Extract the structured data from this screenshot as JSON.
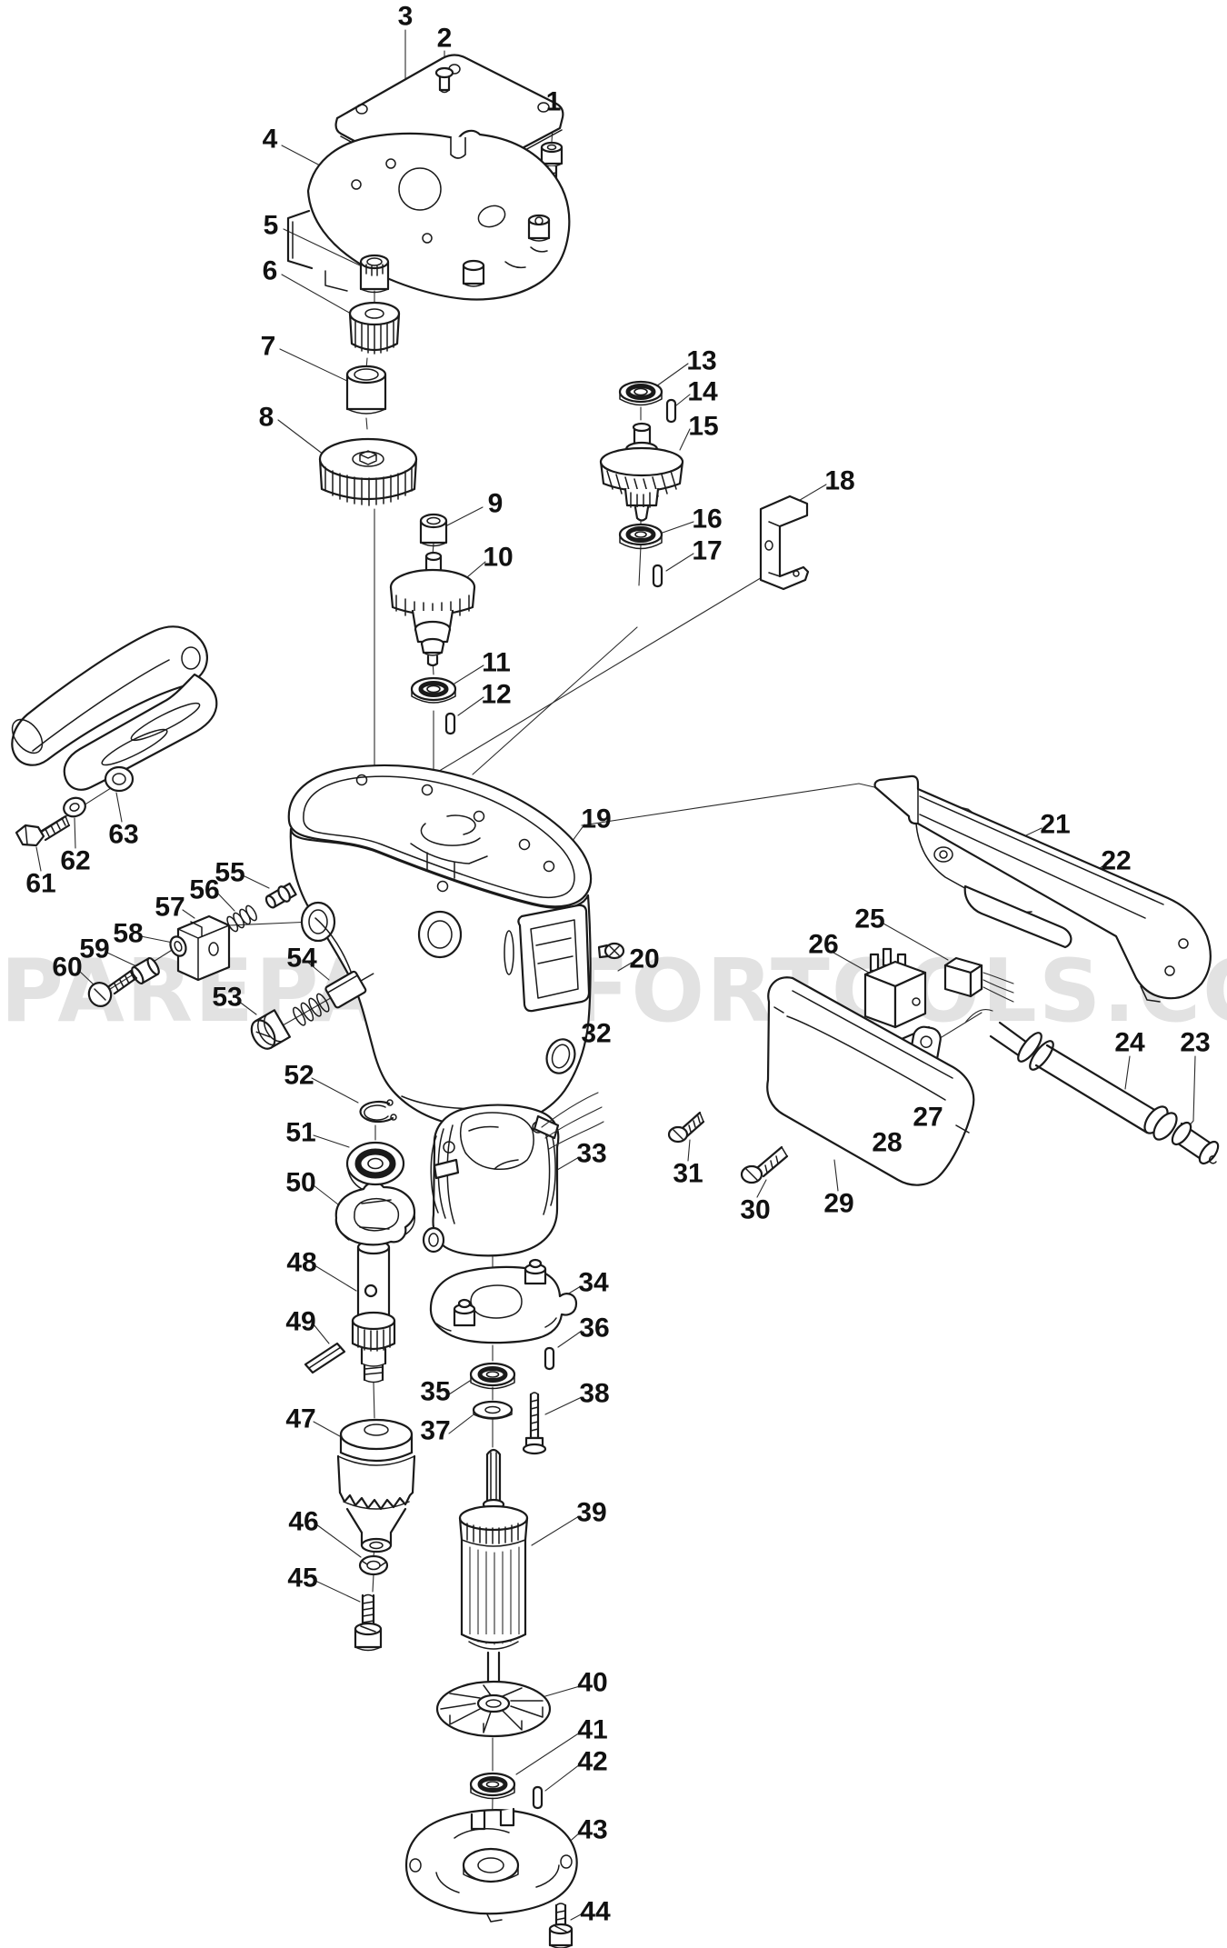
{
  "page": {
    "background": "#ffffff"
  },
  "watermark": {
    "text": "SPAREPARTSFORTOOLS.COM.AU",
    "color": "#e2e2e2"
  },
  "diagram": {
    "kind": "exploded-parts-diagram",
    "subject": "power tool (drill) exploded parts view",
    "line_color": "#1a1a1a",
    "label_color": "#111111",
    "part_count": 63
  },
  "part_labels": [
    "1",
    "2",
    "3",
    "4",
    "5",
    "6",
    "7",
    "8",
    "9",
    "10",
    "11",
    "12",
    "13",
    "14",
    "15",
    "16",
    "17",
    "18",
    "19",
    "20",
    "21",
    "22",
    "23",
    "24",
    "25",
    "26",
    "27",
    "28",
    "29",
    "30",
    "31",
    "32",
    "33",
    "34",
    "35",
    "36",
    "37",
    "38",
    "39",
    "40",
    "41",
    "42",
    "43",
    "44",
    "45",
    "46",
    "47",
    "48",
    "49",
    "50",
    "51",
    "52",
    "53",
    "54",
    "55",
    "56",
    "57",
    "58",
    "59",
    "60",
    "61",
    "62",
    "63"
  ]
}
